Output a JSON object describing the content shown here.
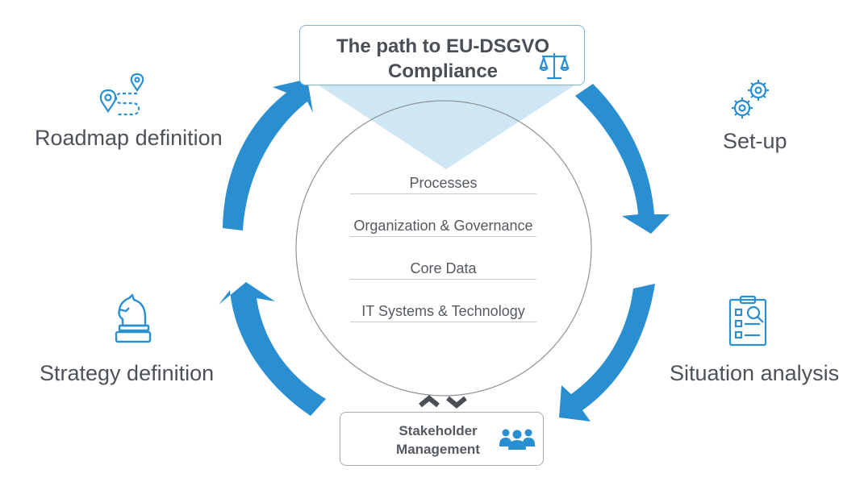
{
  "title": {
    "line1": "The path to EU-DSGVO",
    "line2": "Compliance"
  },
  "phases": {
    "roadmap": "Roadmap definition",
    "setup": "Set-up",
    "situation": "Situation analysis",
    "strategy": "Strategy definition"
  },
  "layers": [
    "Processes",
    "Organization & Governance",
    "Core Data",
    "IT Systems & Technology"
  ],
  "stakeholder": {
    "line1": "Stakeholder",
    "line2": "Management"
  },
  "colors": {
    "arrow": "#2a8fd0",
    "icon": "#2a8fd0",
    "text": "#4d5259",
    "funnel": "#cfe6f5",
    "circle": "#8e9296"
  },
  "icons": {
    "title": "scales-icon",
    "roadmap": "map-route-icon",
    "setup": "gears-icon",
    "situation": "clipboard-search-icon",
    "strategy": "chess-knight-icon",
    "stakeholder": "people-group-icon"
  }
}
